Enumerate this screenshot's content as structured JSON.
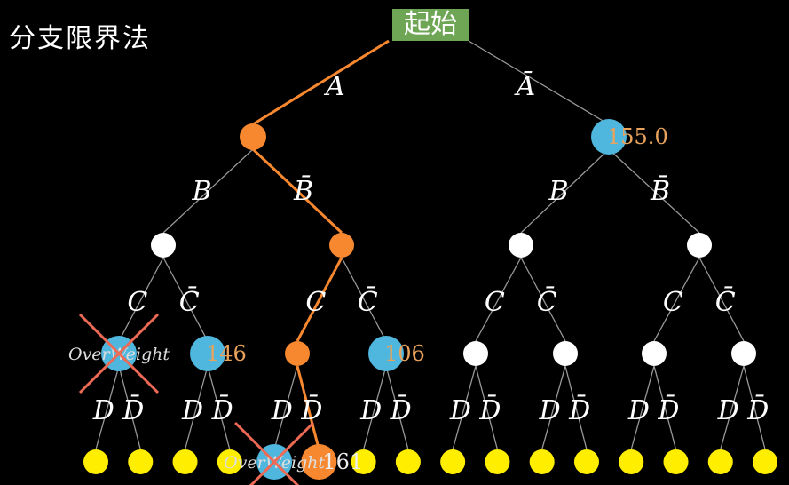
{
  "title": "分支限界法",
  "root_label": "起始",
  "colors": {
    "orange": "#f7882f",
    "blue": "#4fb6de",
    "white": "#ffffff",
    "yellow": "#ffee00",
    "root": "#6ea655",
    "cross": "#ee6a55",
    "value": "#e9a35c"
  },
  "edge_labels": {
    "level1": [
      "A",
      "Ā"
    ],
    "level2": [
      "B",
      "B̄",
      "B",
      "B̄"
    ],
    "level3": [
      "C",
      "C̄",
      "C",
      "C̄",
      "C",
      "C̄",
      "C",
      "C̄"
    ],
    "level4": [
      "D",
      "D̄",
      "D",
      "D̄",
      "D",
      "D̄",
      "D",
      "D̄",
      "D",
      "D̄",
      "D",
      "D̄",
      "D",
      "D̄",
      "D",
      "D̄"
    ]
  },
  "nodes": {
    "level1": [
      {
        "color": "orange"
      },
      {
        "color": "blue",
        "value": "155.0"
      }
    ],
    "level2": [
      {
        "color": "white"
      },
      {
        "color": "orange"
      },
      {
        "color": "white"
      },
      {
        "color": "white"
      }
    ],
    "level3": [
      {
        "color": "blue",
        "note": "OverWeight",
        "pruned": true
      },
      {
        "color": "blue",
        "value": "146"
      },
      {
        "color": "orange"
      },
      {
        "color": "blue",
        "value": "106"
      },
      {
        "color": "white"
      },
      {
        "color": "white"
      },
      {
        "color": "white"
      },
      {
        "color": "white"
      }
    ],
    "level4": [
      {
        "color": "yellow"
      },
      {
        "color": "yellow"
      },
      {
        "color": "yellow"
      },
      {
        "color": "yellow"
      },
      {
        "color": "blue",
        "note": "OverWeight",
        "pruned": true
      },
      {
        "color": "orange",
        "value": "161"
      },
      {
        "color": "yellow"
      },
      {
        "color": "yellow"
      },
      {
        "color": "yellow"
      },
      {
        "color": "yellow"
      },
      {
        "color": "yellow"
      },
      {
        "color": "yellow"
      },
      {
        "color": "yellow"
      },
      {
        "color": "yellow"
      },
      {
        "color": "yellow"
      },
      {
        "color": "yellow"
      }
    ]
  },
  "highlight_path": [
    0,
    1,
    0,
    1
  ]
}
